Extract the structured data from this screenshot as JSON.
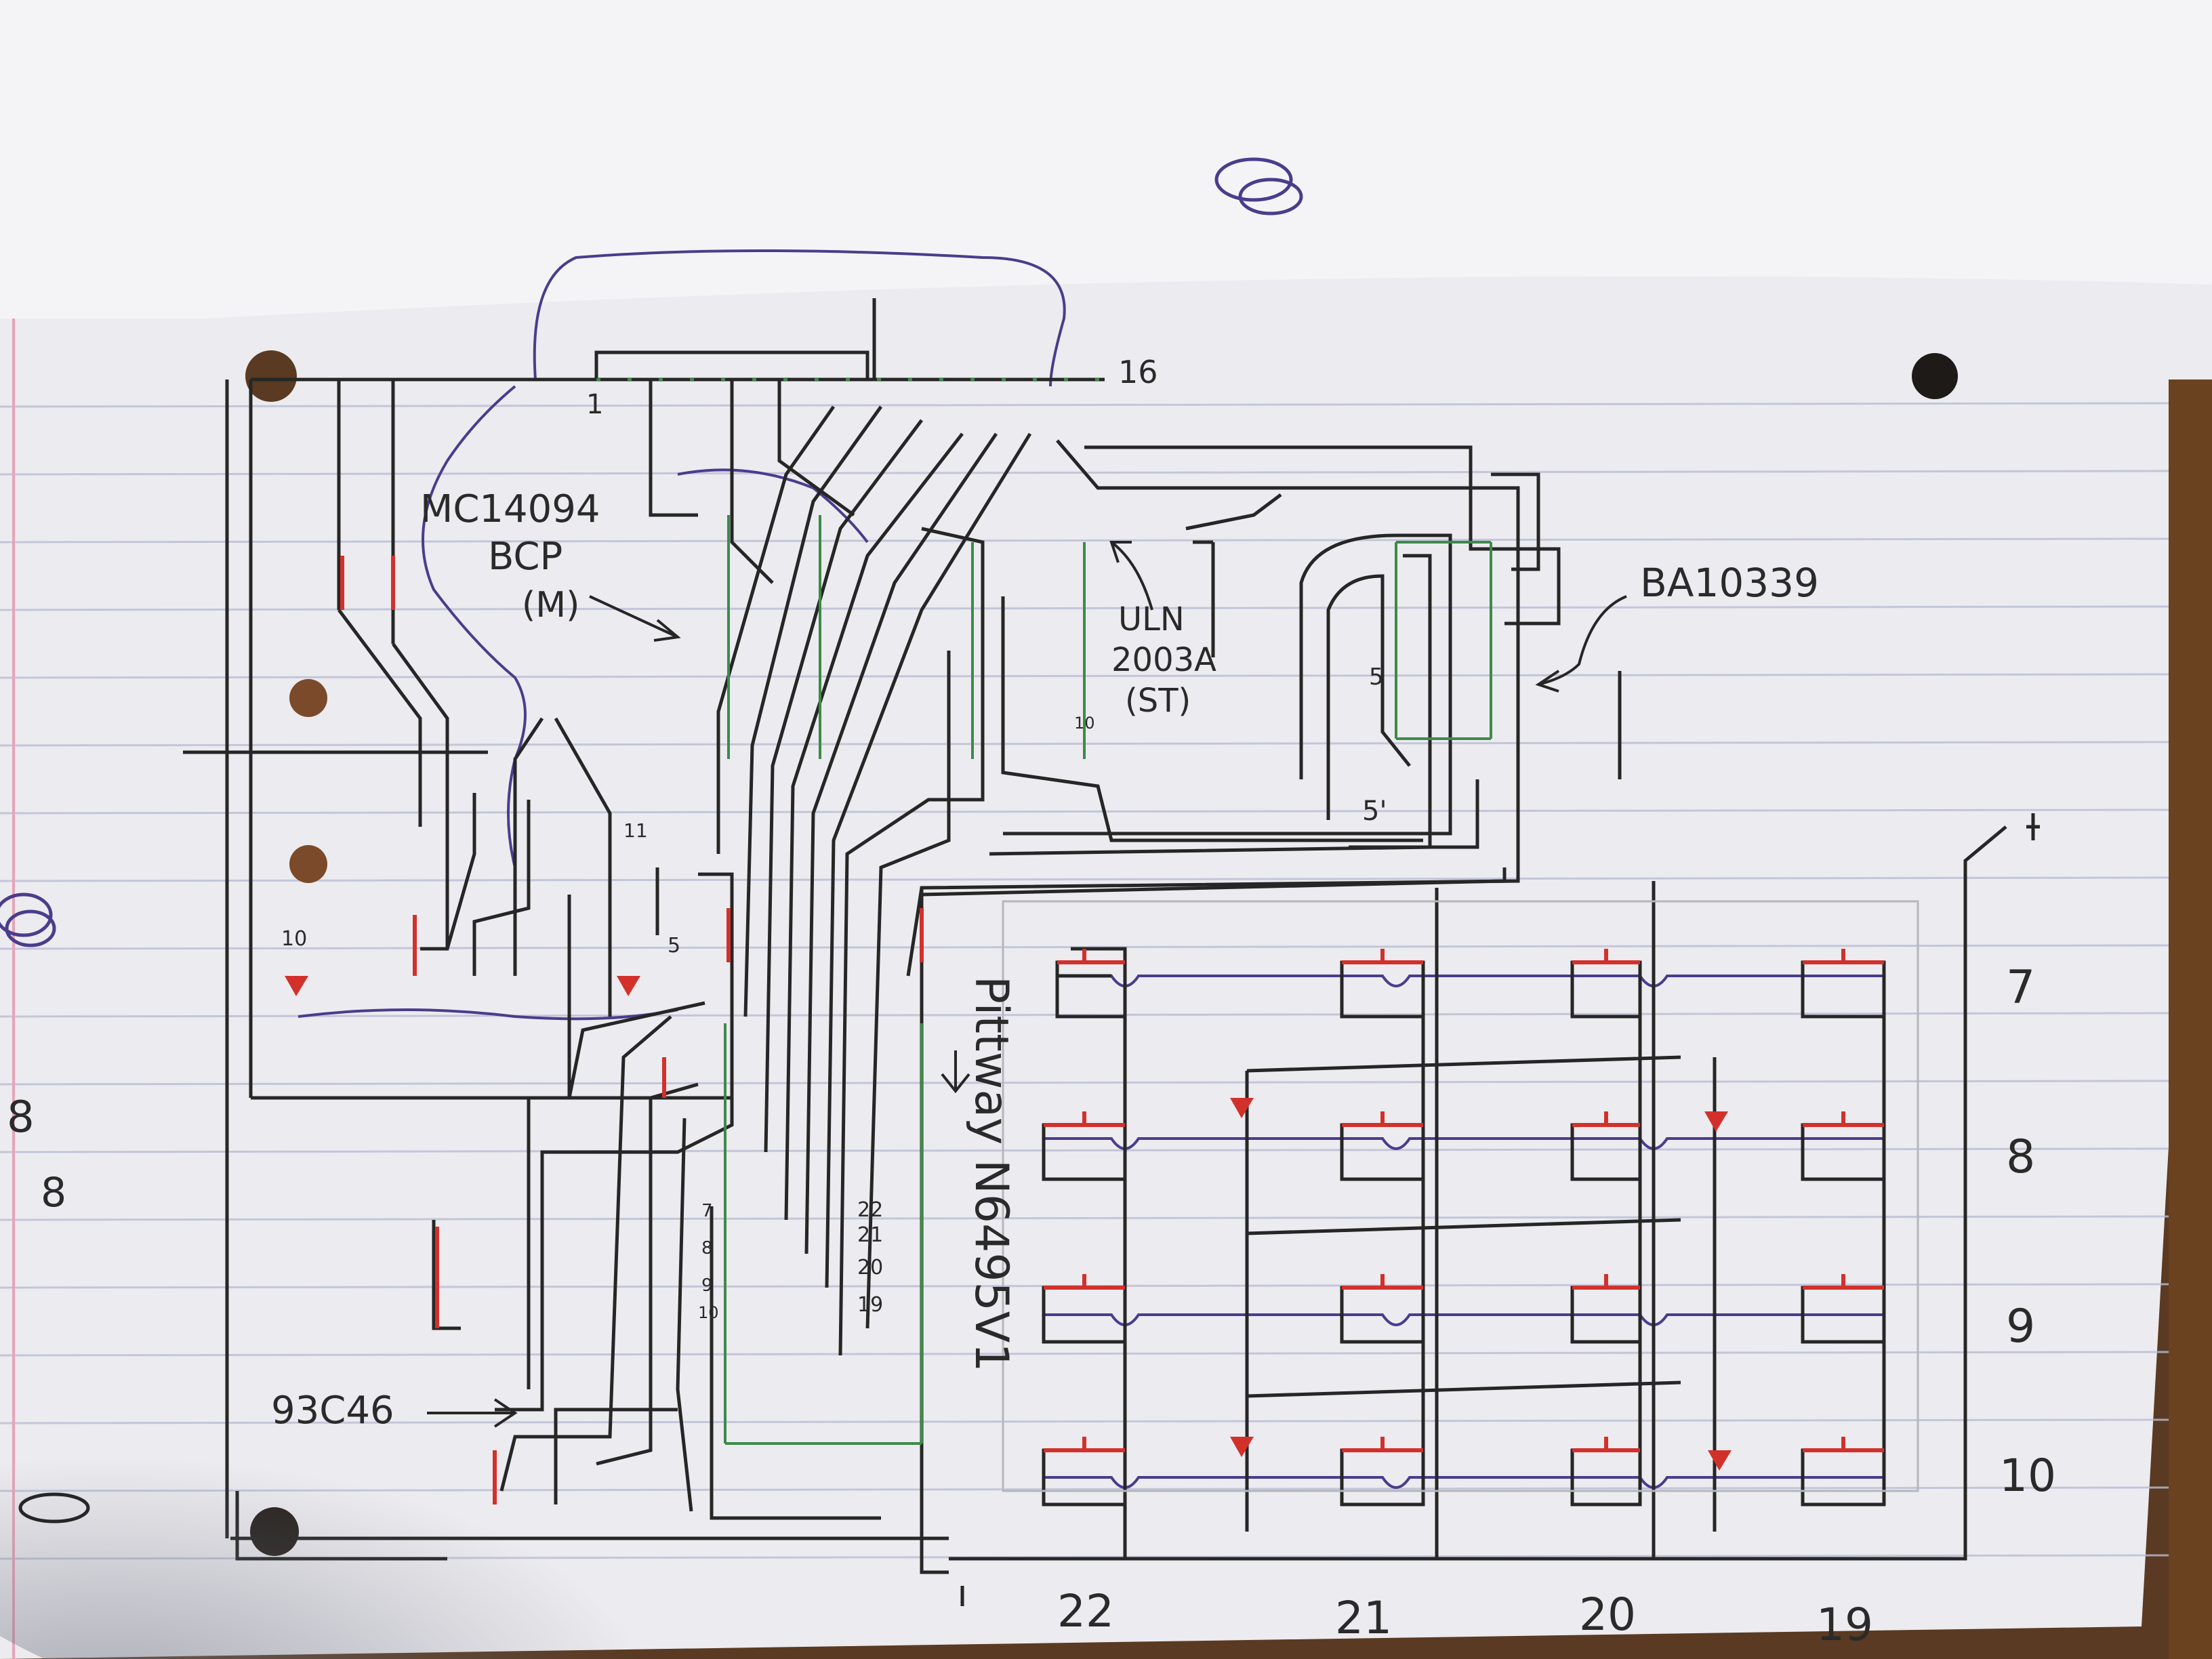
{
  "colors": {
    "paper": "#ecebef",
    "ink_black": "#262626",
    "ink_purple": "#4b3c8c",
    "ink_red": "#d2312b",
    "ink_green": "#3d8a4a",
    "shadow": "#8a8f9c"
  },
  "labels": {
    "ic_shift": [
      "MC14094",
      "BCP",
      "(M)"
    ],
    "ic_driver": [
      "ULN",
      "2003A",
      "(ST)"
    ],
    "ic_comparator": "BA10339",
    "ic_eeprom": "93C46",
    "ic_main": "Pittway N6495V1",
    "pin_1": "1",
    "pin_16": "16",
    "pin_5_a": "5",
    "pin_5_b": "5'",
    "pin_10": "10",
    "pin_11": "11",
    "pin_10_small": "10",
    "pin_5_small": "5",
    "main_pins_left": [
      "7",
      "8",
      "9",
      "10"
    ],
    "main_pins_right": [
      "22",
      "21",
      "20",
      "19"
    ]
  },
  "keypad": {
    "rows": [
      "7",
      "8",
      "9",
      "10"
    ],
    "cols": [
      "22",
      "21",
      "20",
      "19"
    ]
  },
  "margin_scribbles": [
    "8",
    "8"
  ]
}
